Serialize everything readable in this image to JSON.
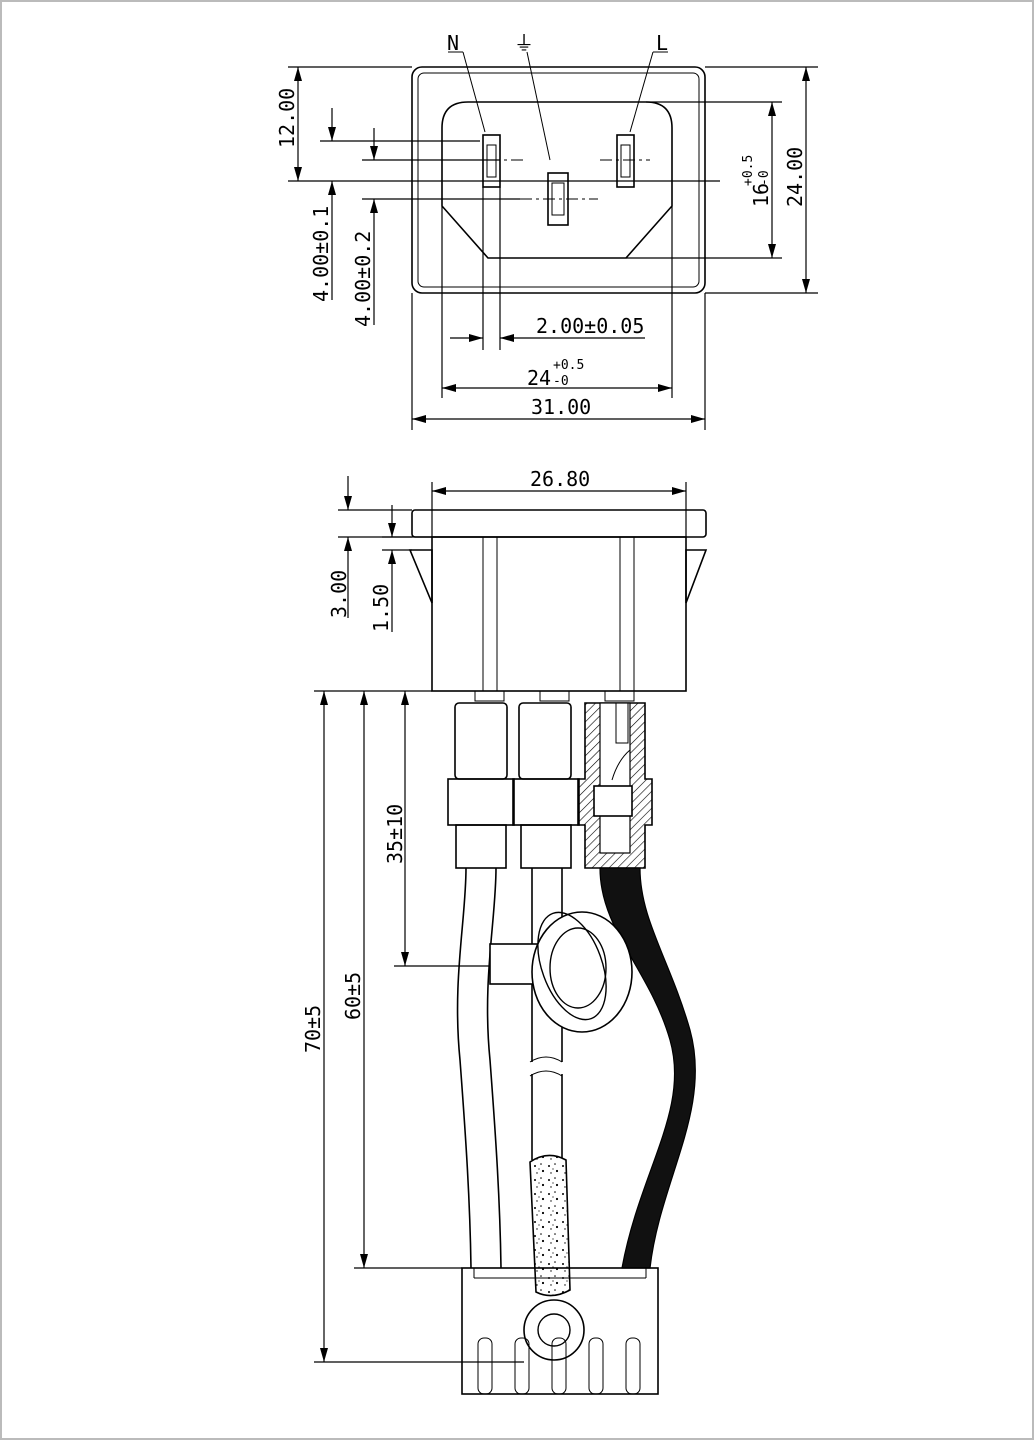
{
  "diagram": {
    "front_view": {
      "terminal_labels": {
        "neutral": "N",
        "earth": "⏚",
        "line": "L"
      },
      "dimensions": {
        "upper_offset": "12.00",
        "pin_offset_1": "4.00±0.1",
        "pin_offset_2": "4.00±0.2",
        "pin_width": "2.00±0.05",
        "opening_width_base": "24",
        "opening_width_tol": "+0.5",
        "opening_width_tol_low": "-0",
        "overall_width": "31.00",
        "opening_height_base": "16",
        "opening_height_tol": "+0.5",
        "opening_height_tol_low": "-0",
        "overall_height": "24.00"
      }
    },
    "side_view": {
      "dimensions": {
        "body_width": "26.80",
        "flange_thickness": "3.00",
        "clip_offset": "1.50",
        "lead_length_short": "35±10",
        "lead_length_mid": "60±5",
        "lead_length_long": "70±5"
      }
    }
  }
}
